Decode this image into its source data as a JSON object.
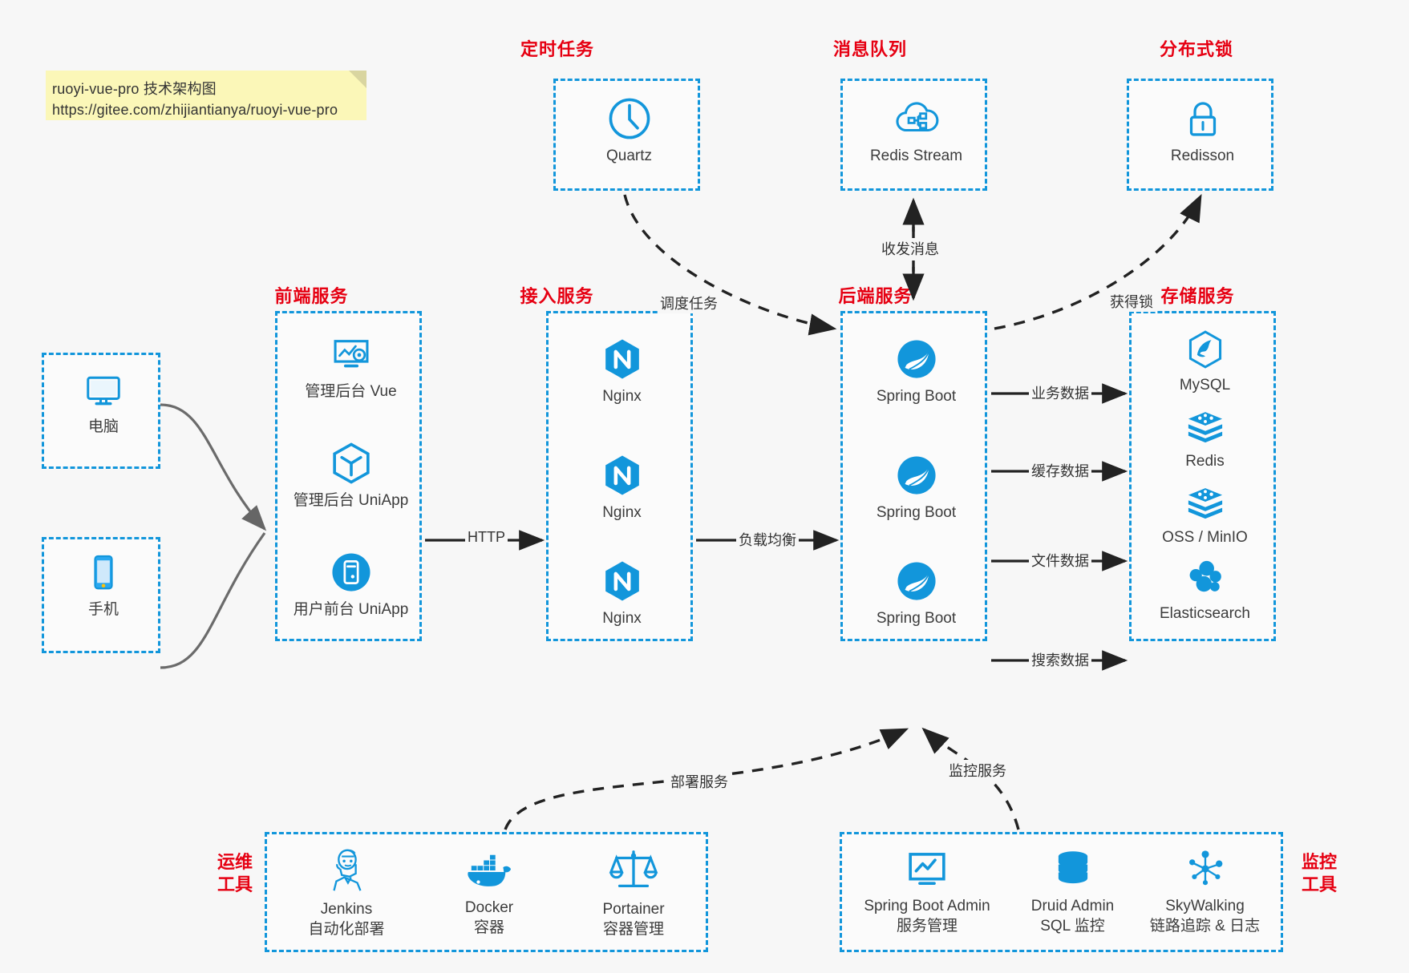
{
  "note": {
    "line1": "ruoyi-vue-pro 技术架构图",
    "line2": "https://gitee.com/zhijiantianya/ruoyi-vue-pro"
  },
  "colors": {
    "accent": "#1296db",
    "group_title": "#e60012",
    "background": "#f7f7f7",
    "note_bg": "#fbf7b8",
    "edge": "#3c3c3c"
  },
  "groups": {
    "scheduled_task": {
      "title": "定时任务",
      "nodes": [
        {
          "label": "Quartz",
          "icon": "clock-icon"
        }
      ]
    },
    "message_queue": {
      "title": "消息队列",
      "nodes": [
        {
          "label": "Redis Stream",
          "icon": "cloud-stream-icon"
        }
      ]
    },
    "distributed_lock": {
      "title": "分布式锁",
      "nodes": [
        {
          "label": "Redisson",
          "icon": "lock-icon"
        }
      ]
    },
    "clients": {
      "title": "",
      "nodes": [
        {
          "label": "电脑",
          "icon": "desktop-icon"
        },
        {
          "label": "手机",
          "icon": "mobile-icon"
        }
      ]
    },
    "frontend": {
      "title": "前端服务",
      "nodes": [
        {
          "label": "管理后台 Vue",
          "icon": "dashboard-gear-icon"
        },
        {
          "label": "管理后台 UniApp",
          "icon": "cube-icon"
        },
        {
          "label": "用户前台 UniApp",
          "icon": "app-circle-icon"
        }
      ]
    },
    "gateway": {
      "title": "接入服务",
      "nodes": [
        {
          "label": "Nginx",
          "icon": "nginx-icon"
        },
        {
          "label": "Nginx",
          "icon": "nginx-icon"
        },
        {
          "label": "Nginx",
          "icon": "nginx-icon"
        }
      ]
    },
    "backend": {
      "title": "后端服务",
      "nodes": [
        {
          "label": "Spring Boot",
          "icon": "spring-boot-icon"
        },
        {
          "label": "Spring Boot",
          "icon": "spring-boot-icon"
        },
        {
          "label": "Spring Boot",
          "icon": "spring-boot-icon"
        }
      ]
    },
    "storage": {
      "title": "存储服务",
      "nodes": [
        {
          "label": "MySQL",
          "icon": "mysql-icon"
        },
        {
          "label": "Redis",
          "icon": "redis-icon"
        },
        {
          "label": "OSS / MinIO",
          "icon": "oss-icon"
        },
        {
          "label": "Elasticsearch",
          "icon": "elasticsearch-icon"
        }
      ]
    },
    "devops": {
      "title": "运维\n工具",
      "title_line1": "运维",
      "title_line2": "工具",
      "nodes": [
        {
          "label": "Jenkins",
          "sub": "自动化部署",
          "icon": "jenkins-icon"
        },
        {
          "label": "Docker",
          "sub": "容器",
          "icon": "docker-icon"
        },
        {
          "label": "Portainer",
          "sub": "容器管理",
          "icon": "scales-icon"
        }
      ]
    },
    "monitoring": {
      "title_line1": "监控",
      "title_line2": "工具",
      "nodes": [
        {
          "label": "Spring Boot Admin",
          "sub": "服务管理",
          "icon": "monitor-chart-icon"
        },
        {
          "label": "Druid Admin",
          "sub": "SQL 监控",
          "icon": "database-icon"
        },
        {
          "label": "SkyWalking",
          "sub": "链路追踪 & 日志",
          "icon": "skywalking-icon"
        }
      ]
    }
  },
  "edges": [
    {
      "id": "e-schedule",
      "label": "调度任务",
      "style": "dashed",
      "from": "scheduled_task",
      "to": "backend"
    },
    {
      "id": "e-mq",
      "label": "收发消息",
      "style": "dashed",
      "from": "message_queue",
      "to": "backend",
      "bidirectional": true
    },
    {
      "id": "e-lock",
      "label": "获得锁",
      "style": "dashed",
      "from": "backend",
      "to": "distributed_lock"
    },
    {
      "id": "e-http",
      "label": "HTTP",
      "style": "solid",
      "from": "frontend",
      "to": "gateway"
    },
    {
      "id": "e-lb",
      "label": "负载均衡",
      "style": "solid",
      "from": "gateway",
      "to": "backend"
    },
    {
      "id": "e-biz",
      "label": "业务数据",
      "style": "solid",
      "from": "backend",
      "to": "storage"
    },
    {
      "id": "e-cache",
      "label": "缓存数据",
      "style": "solid",
      "from": "backend",
      "to": "storage"
    },
    {
      "id": "e-file",
      "label": "文件数据",
      "style": "solid",
      "from": "backend",
      "to": "storage"
    },
    {
      "id": "e-search",
      "label": "搜索数据",
      "style": "solid",
      "from": "backend",
      "to": "storage"
    },
    {
      "id": "e-deploy",
      "label": "部署服务",
      "style": "dashed",
      "from": "devops",
      "to": "backend"
    },
    {
      "id": "e-monitor",
      "label": "监控服务",
      "style": "dashed",
      "from": "monitoring",
      "to": "backend"
    }
  ]
}
